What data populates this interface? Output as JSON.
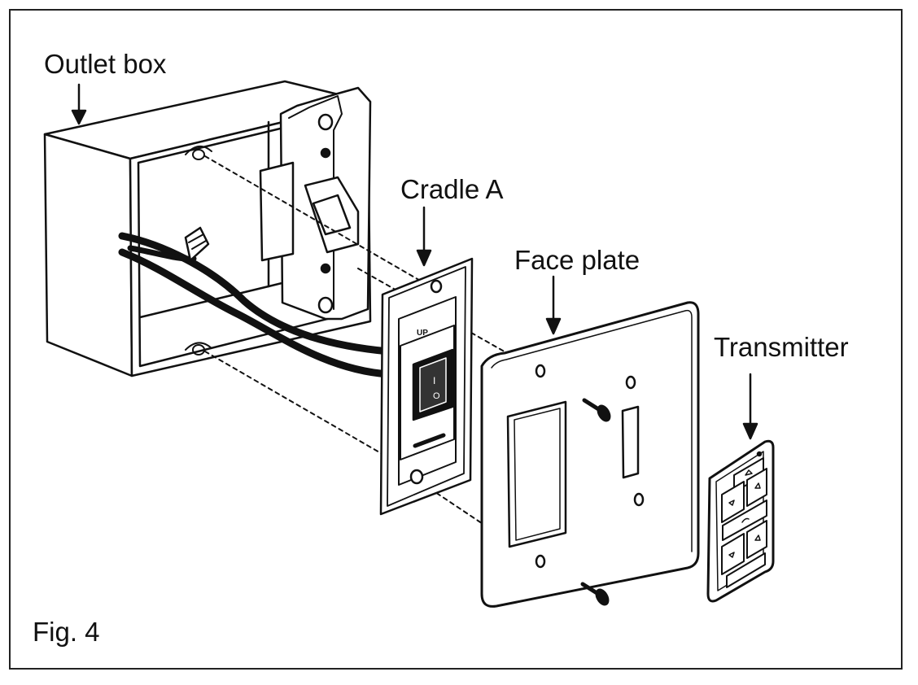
{
  "figure": {
    "caption": "Fig. 4",
    "labels": {
      "outlet_box": "Outlet box",
      "cradle": "Cradle A",
      "face_plate": "Face plate",
      "transmitter": "Transmitter"
    },
    "switch_marks": {
      "on": "I",
      "off": "O",
      "up": "UP"
    }
  }
}
